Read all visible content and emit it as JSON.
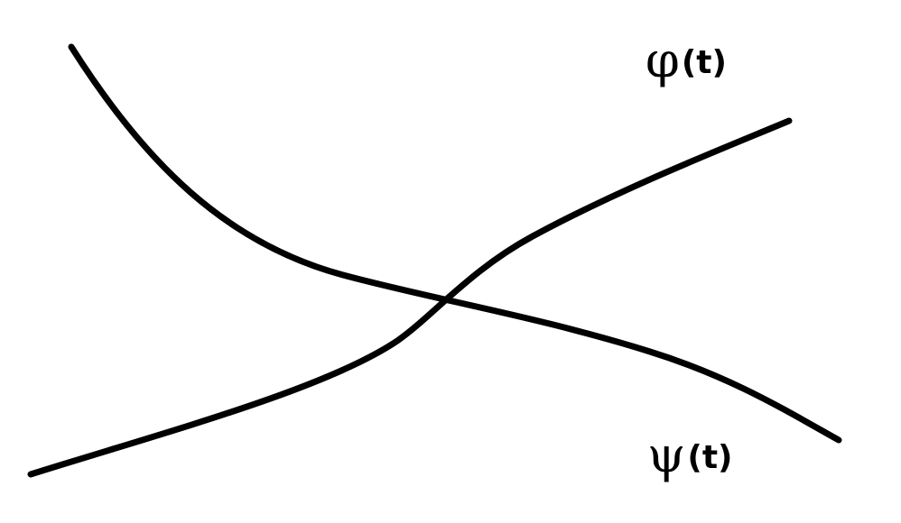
{
  "diagram": {
    "curves": [
      {
        "name": "phi",
        "symbol": "φ",
        "argument": "(t)"
      },
      {
        "name": "psi",
        "symbol": "ψ",
        "argument": "(t)"
      }
    ],
    "colors": {
      "stroke": "#000000",
      "background": "#ffffff"
    }
  }
}
